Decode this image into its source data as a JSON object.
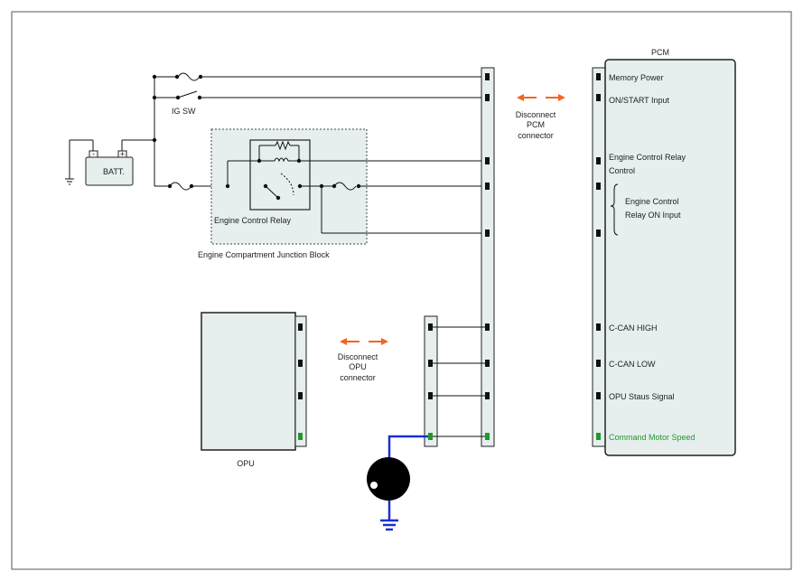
{
  "labels": {
    "pcm_title": "PCM",
    "ig_sw": "IG SW",
    "batt": "BATT.",
    "batt_neg": "-",
    "batt_pos": "+",
    "relay": "Engine Control Relay",
    "junction_block": "Engine Compartment Junction Block",
    "opu": "OPU",
    "disconnect_pcm": [
      "Disconnect",
      "PCM",
      "connector"
    ],
    "disconnect_opu": [
      "Disconnect",
      "OPU",
      "connector"
    ]
  },
  "pcm_pins": {
    "memory_power": "Memory Power",
    "on_start": "ON/START Input",
    "ecr_control_1": "Engine Control Relay",
    "ecr_control_2": "Control",
    "ecr_on_1": "Engine Control",
    "ecr_on_2": "Relay ON Input",
    "ccan_high": "C-CAN HIGH",
    "ccan_low": "C-CAN LOW",
    "opu_status": "OPU Staus Signal",
    "command_motor": "Command Motor Speed"
  },
  "colors": {
    "ground_wire": "#1a2fd6",
    "highlight": "#1f9a2a",
    "arrow": "#f26522"
  }
}
